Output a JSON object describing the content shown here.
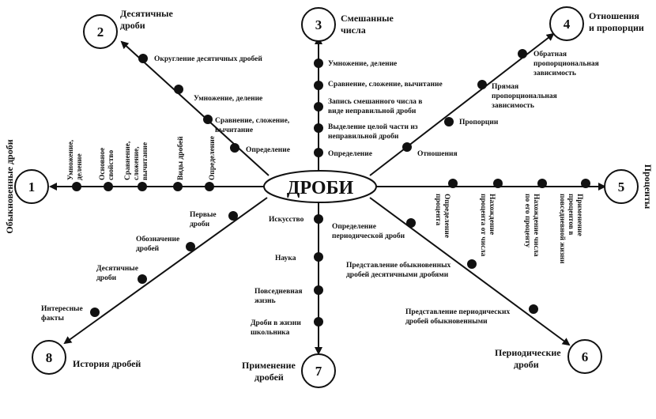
{
  "center": {
    "label": "ДРОБИ"
  },
  "nodes": [
    {
      "num": "1",
      "title": "Обыкновенные дроби"
    },
    {
      "num": "2",
      "title_lines": [
        "Десятичные",
        "дроби"
      ]
    },
    {
      "num": "3",
      "title_lines": [
        "Смешанные",
        "числа"
      ]
    },
    {
      "num": "4",
      "title_lines": [
        "Отношения",
        "и пропорции"
      ]
    },
    {
      "num": "5",
      "title": "Проценты"
    },
    {
      "num": "6",
      "title_lines": [
        "Периодические",
        "дроби"
      ]
    },
    {
      "num": "7",
      "title_lines": [
        "Применение",
        "дробей"
      ]
    },
    {
      "num": "8",
      "title": "История дробей"
    }
  ],
  "branch1": [
    [
      "Умножение,",
      "деление"
    ],
    [
      "Основное",
      "свойство"
    ],
    [
      "Сравнение,",
      "сложение,",
      "вычитание"
    ],
    [
      "Виды дробей"
    ],
    [
      "Определение"
    ]
  ],
  "branch2": [
    [
      "Округление десятичных дробей"
    ],
    [
      "Умножение, деление"
    ],
    [
      "Сравнение, сложение,",
      "вычитание"
    ],
    [
      "Определение"
    ]
  ],
  "branch3": [
    [
      "Умножение, деление"
    ],
    [
      "Сравнение, сложение, вычитание"
    ],
    [
      "Запись смешанного числа в",
      "виде неправильной дроби"
    ],
    [
      "Выделение целой части из",
      "неправильной дроби"
    ],
    [
      "Определение"
    ]
  ],
  "branch4": [
    [
      "Обратная",
      "пропорциональная",
      "зависимость"
    ],
    [
      "Прямая",
      "пропорциональная",
      "зависимость"
    ],
    [
      "Пропорции"
    ],
    [
      "Отношения"
    ]
  ],
  "branch5": [
    [
      "Определение",
      "процента"
    ],
    [
      "Нахождение",
      "процента от числа"
    ],
    [
      "Нахождение числа",
      "по его проценту"
    ],
    [
      "Применение",
      "процентов в",
      "повседневной жизни"
    ]
  ],
  "branch6": [
    [
      "Определение",
      "периодической дроби"
    ],
    [
      "Представление обыкновенных",
      "дробей десятичными дробями"
    ],
    [
      "Представление периодических",
      "дробей обыкновенными"
    ]
  ],
  "branch7": [
    [
      "Искусство"
    ],
    [
      "Наука"
    ],
    [
      "Повседневная",
      "жизнь"
    ],
    [
      "Дроби в жизни",
      "школьника"
    ]
  ],
  "branch8": [
    [
      "Первые",
      "дроби"
    ],
    [
      "Обозначение",
      "дробей"
    ],
    [
      "Десятичные",
      "дроби"
    ],
    [
      "Интересные",
      "факты"
    ]
  ]
}
